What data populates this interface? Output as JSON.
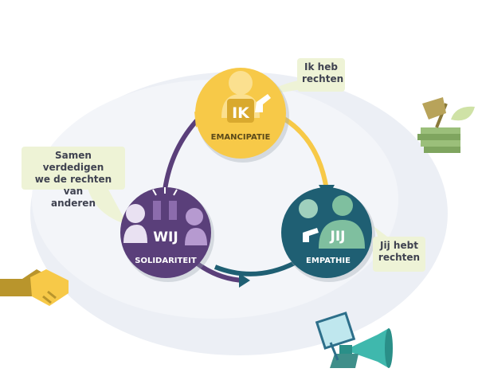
{
  "colors": {
    "ik": "#f7c948",
    "wij": "#5a3f7a",
    "jij": "#1f5f73",
    "bubble": "#eef3d6",
    "cloud": "#eceff5"
  },
  "circles": {
    "ik": {
      "short": "IK",
      "label": "EMANCIPATIE"
    },
    "wij": {
      "short": "WIJ",
      "label": "SOLIDARITEIT"
    },
    "jij": {
      "short": "JIJ",
      "label": "EMPATHIE"
    }
  },
  "bubbles": {
    "ik": {
      "line1": "Ik heb",
      "line2": "rechten"
    },
    "wij": {
      "line1": "Samen verdedigen",
      "line2": "we de rechten van",
      "line3": "anderen"
    },
    "jij": {
      "line1": "Jij hebt",
      "line2": "rechten"
    }
  },
  "icons": [
    "handshake-icon",
    "megaphone-icon",
    "sign-icon",
    "shovel-icon",
    "money-icon",
    "leaf-icon"
  ]
}
